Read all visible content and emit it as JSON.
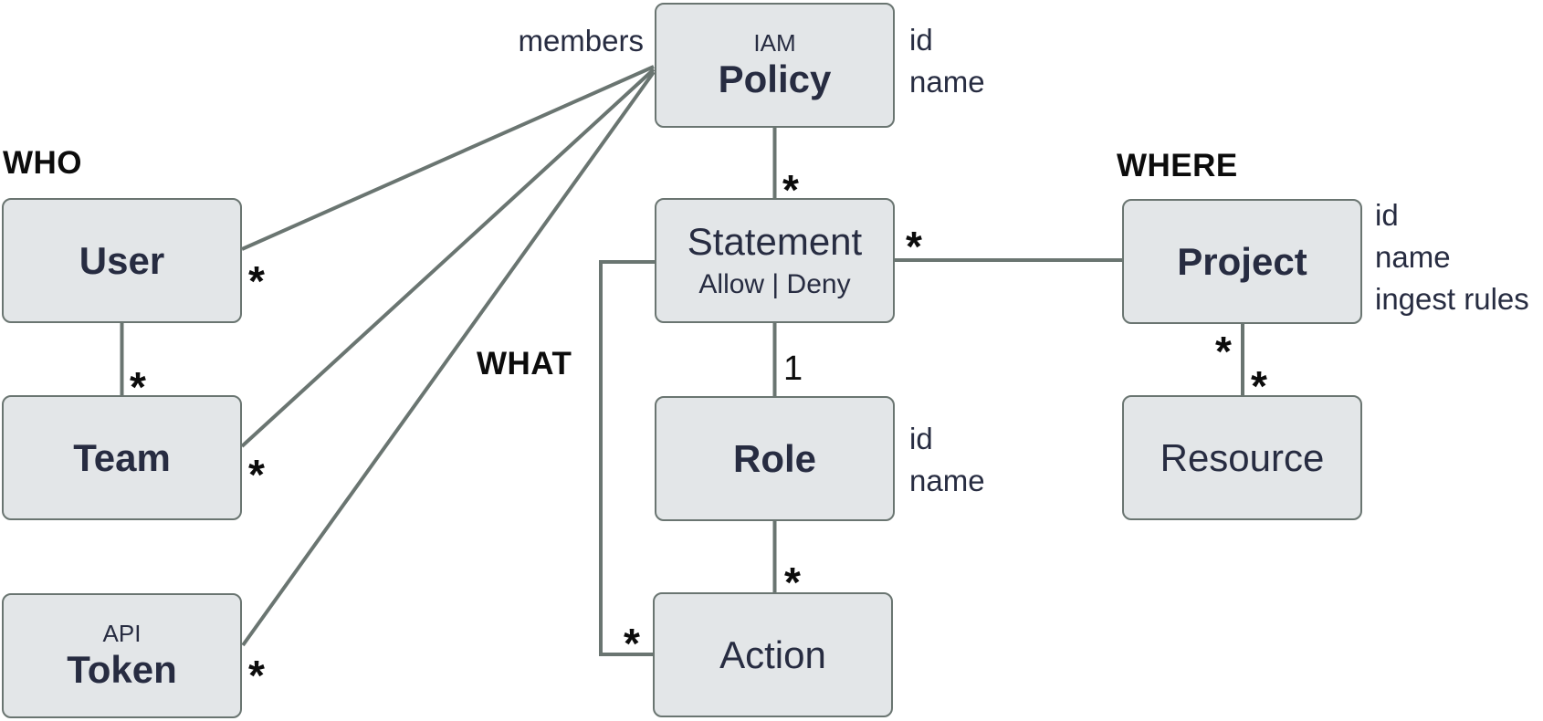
{
  "colors": {
    "box_fill": "#e3e6e8",
    "box_border": "#6a7571",
    "line": "#6a7571",
    "title": "#272c41",
    "label": "#0c0c0c"
  },
  "entities": {
    "policy": {
      "kicker": "IAM",
      "title": "Policy"
    },
    "user": {
      "title": "User"
    },
    "team": {
      "title": "Team"
    },
    "token": {
      "kicker": "API",
      "title": "Token"
    },
    "statement": {
      "title": "Statement",
      "subtitle": "Allow | Deny"
    },
    "role": {
      "title": "Role"
    },
    "action": {
      "title": "Action"
    },
    "project": {
      "title": "Project"
    },
    "resource": {
      "title": "Resource"
    }
  },
  "group_labels": {
    "who": "WHO",
    "what": "WHAT",
    "where": "WHERE"
  },
  "relationship_label": "members",
  "attributes": {
    "policy": [
      "id",
      "name"
    ],
    "role": [
      "id",
      "name"
    ],
    "project": [
      "id",
      "name",
      "ingest rules"
    ]
  },
  "cardinalities": {
    "user_policy": "*",
    "team_policy": "*",
    "token_policy": "*",
    "user_team": "*",
    "policy_statement": "*",
    "statement_project": "*",
    "statement_role": "1",
    "role_action": "*",
    "statement_action": "*",
    "project_resource_near": "*",
    "project_resource_far": "*"
  }
}
